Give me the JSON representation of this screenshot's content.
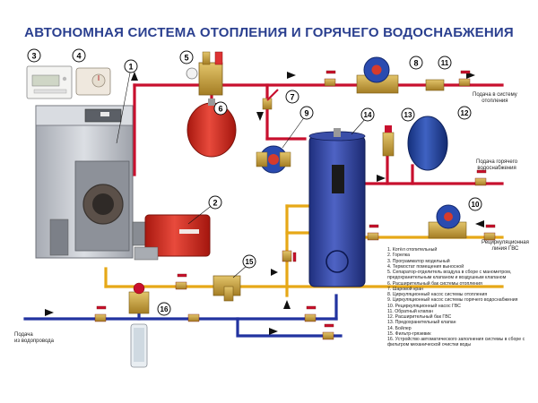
{
  "title": "АВТОНОМНАЯ СИСТЕМА ОТОПЛЕНИЯ И ГОРЯЧЕГО ВОДОСНАБЖЕНИЯ",
  "captions": {
    "heating_supply": [
      "Подача в систему",
      "отопления"
    ],
    "hot_water_supply": [
      "Подача горячего",
      "водоснабжения"
    ],
    "recirculation": [
      "Рециркуляционная",
      "линия ГВС"
    ],
    "water_supply": [
      "Подача",
      "из водопровода"
    ]
  },
  "callouts": [
    "1",
    "2",
    "3",
    "4",
    "5",
    "6",
    "7",
    "8",
    "9",
    "10",
    "11",
    "12",
    "13",
    "14",
    "15",
    "16"
  ],
  "legend": [
    "1. Котёл отопительный",
    "2. Горелка",
    "3. Программатор модельный",
    "4. Термостат помещения выносной",
    "5. Сепаратор-отделитель воздуха в сборе с манометром, предохранительным клапаном и воздушным клапаном",
    "6. Расширительный бак системы отопления",
    "7. Шаровой кран",
    "8. Циркуляционный насос системы отопления",
    "9. Циркуляционный насос системы горячего водоснабжения",
    "10. Рециркуляционный насос ГВС",
    "11. Обратный клапан",
    "12. Расширительный бак ГВС",
    "13. Предохранительный клапан",
    "14. Бойлер",
    "15. Фильтр-грязевик",
    "16. Устройство автоматического заполнения системы в сборе с фильтром механической очистки воды"
  ],
  "colors": {
    "title": "#2a3f8f",
    "hot_pipe": "#c8102e",
    "cold_pipe": "#2233a0",
    "gas_pipe": "#e6a817",
    "boiler_body": "#c9ccd2",
    "burner": "#d42a1e",
    "boiler_tank": "#2c3fa0",
    "expansion_tank_blue": "#1d3f9e",
    "expansion_tank_red": "#d42a1e",
    "pump_blue": "#2a4bb0",
    "valve_red": "#c8102e",
    "brass": "#c9a13b",
    "callout": "#111111"
  }
}
